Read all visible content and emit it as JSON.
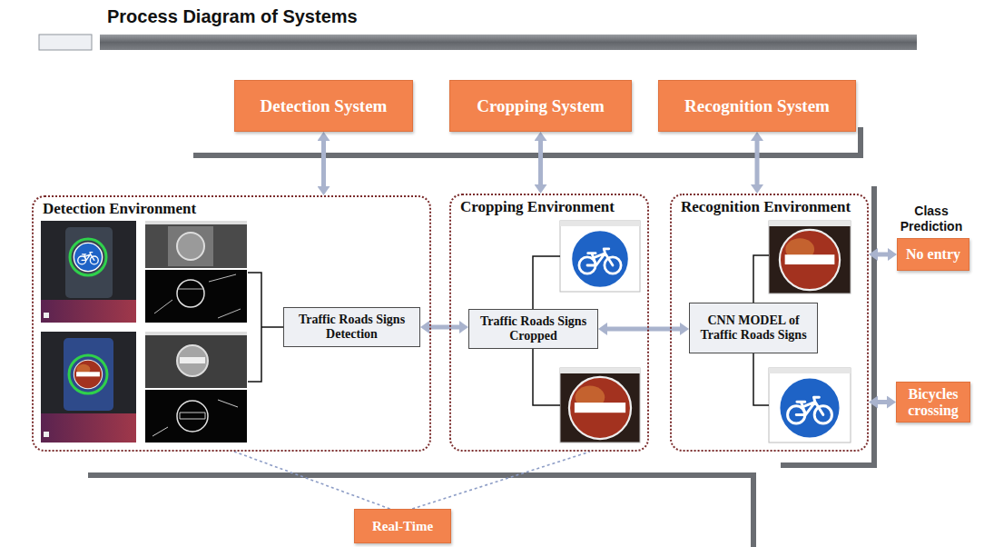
{
  "diagram": {
    "title": "Process Diagram of Systems",
    "nodes": [
      {
        "text": [
          "Detection System"
        ]
      },
      {
        "text": [
          "Cropping System"
        ]
      },
      {
        "text": [
          "Recognition System"
        ]
      },
      {
        "text": [
          "Detection Environment"
        ]
      },
      {
        "text": [
          "Traffic Roads Signs Detection"
        ],
        "in": 3
      },
      {
        "text": [
          "Cropping Environment"
        ]
      },
      {
        "text": [
          "Traffic Roads Signs Cropped"
        ],
        "in": 5
      },
      {
        "text": [
          "Recognition Environment"
        ]
      },
      {
        "text": [
          "CNN MODEL of Traffic Roads Signs"
        ],
        "in": 7
      },
      {
        "text": [
          "No entry"
        ]
      },
      {
        "text": [
          "Bicycles crossing"
        ]
      },
      {
        "text": [
          "Real-Time"
        ]
      }
    ],
    "edges": [
      {
        "from": 0,
        "to": 3,
        "arrow": "both"
      },
      {
        "from": 1,
        "to": 5,
        "arrow": "both"
      },
      {
        "from": 2,
        "to": 7,
        "arrow": "both"
      },
      {
        "from": 4,
        "to": 6,
        "arrow": "both"
      },
      {
        "from": 6,
        "to": 8,
        "arrow": "both"
      },
      {
        "from": 7,
        "to": 9,
        "arrow": "both"
      },
      {
        "from": 7,
        "to": 10,
        "arrow": "both"
      },
      {
        "from": 11,
        "to": 3,
        "arrow": "none"
      },
      {
        "from": 11,
        "to": 5,
        "arrow": "none"
      }
    ],
    "labels": [
      "Class Prediction"
    ]
  }
}
